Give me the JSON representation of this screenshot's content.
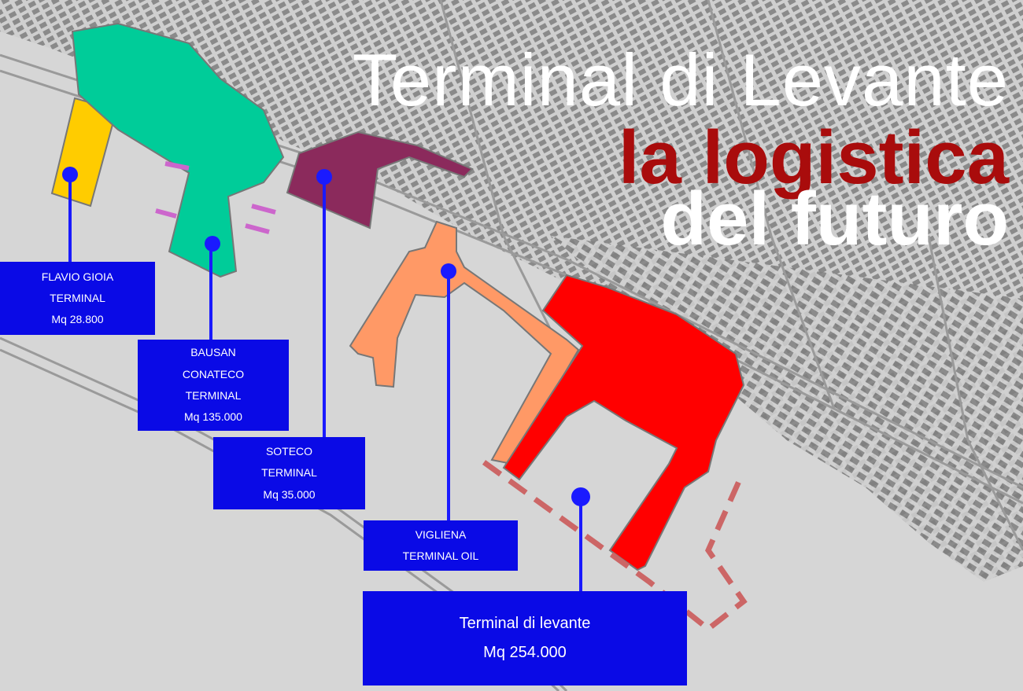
{
  "title": {
    "line1": "Terminal di Levante",
    "line2": "la logistica",
    "line3": "del futuro"
  },
  "colors": {
    "land": "#d6d6d6",
    "buildings": "#8a8a8a",
    "flavio_gioia": "#ffcc00",
    "bausan": "#00cc99",
    "soteco": "#8b2a5c",
    "vigliena": "#ff9966",
    "levante": "#ff0000",
    "label_bg": "#0a0ae6",
    "leader": "#1a1aff",
    "title_red": "#a90c0c",
    "dashed_boundary": "#cc6666"
  },
  "terminals": [
    {
      "id": "flavio",
      "lines": [
        "FLAVIO GIOIA",
        "TERMINAL",
        "Mq 28.800"
      ]
    },
    {
      "id": "bausan",
      "lines": [
        "BAUSAN",
        "CONATECO",
        "TERMINAL",
        "Mq 135.000"
      ]
    },
    {
      "id": "soteco",
      "lines": [
        "SOTECO",
        "TERMINAL",
        "Mq 35.000"
      ]
    },
    {
      "id": "vigliena",
      "lines": [
        "VIGLIENA",
        "TERMINAL OIL"
      ]
    },
    {
      "id": "levante",
      "lines": [
        "Terminal di levante",
        "Mq 254.000"
      ]
    }
  ]
}
